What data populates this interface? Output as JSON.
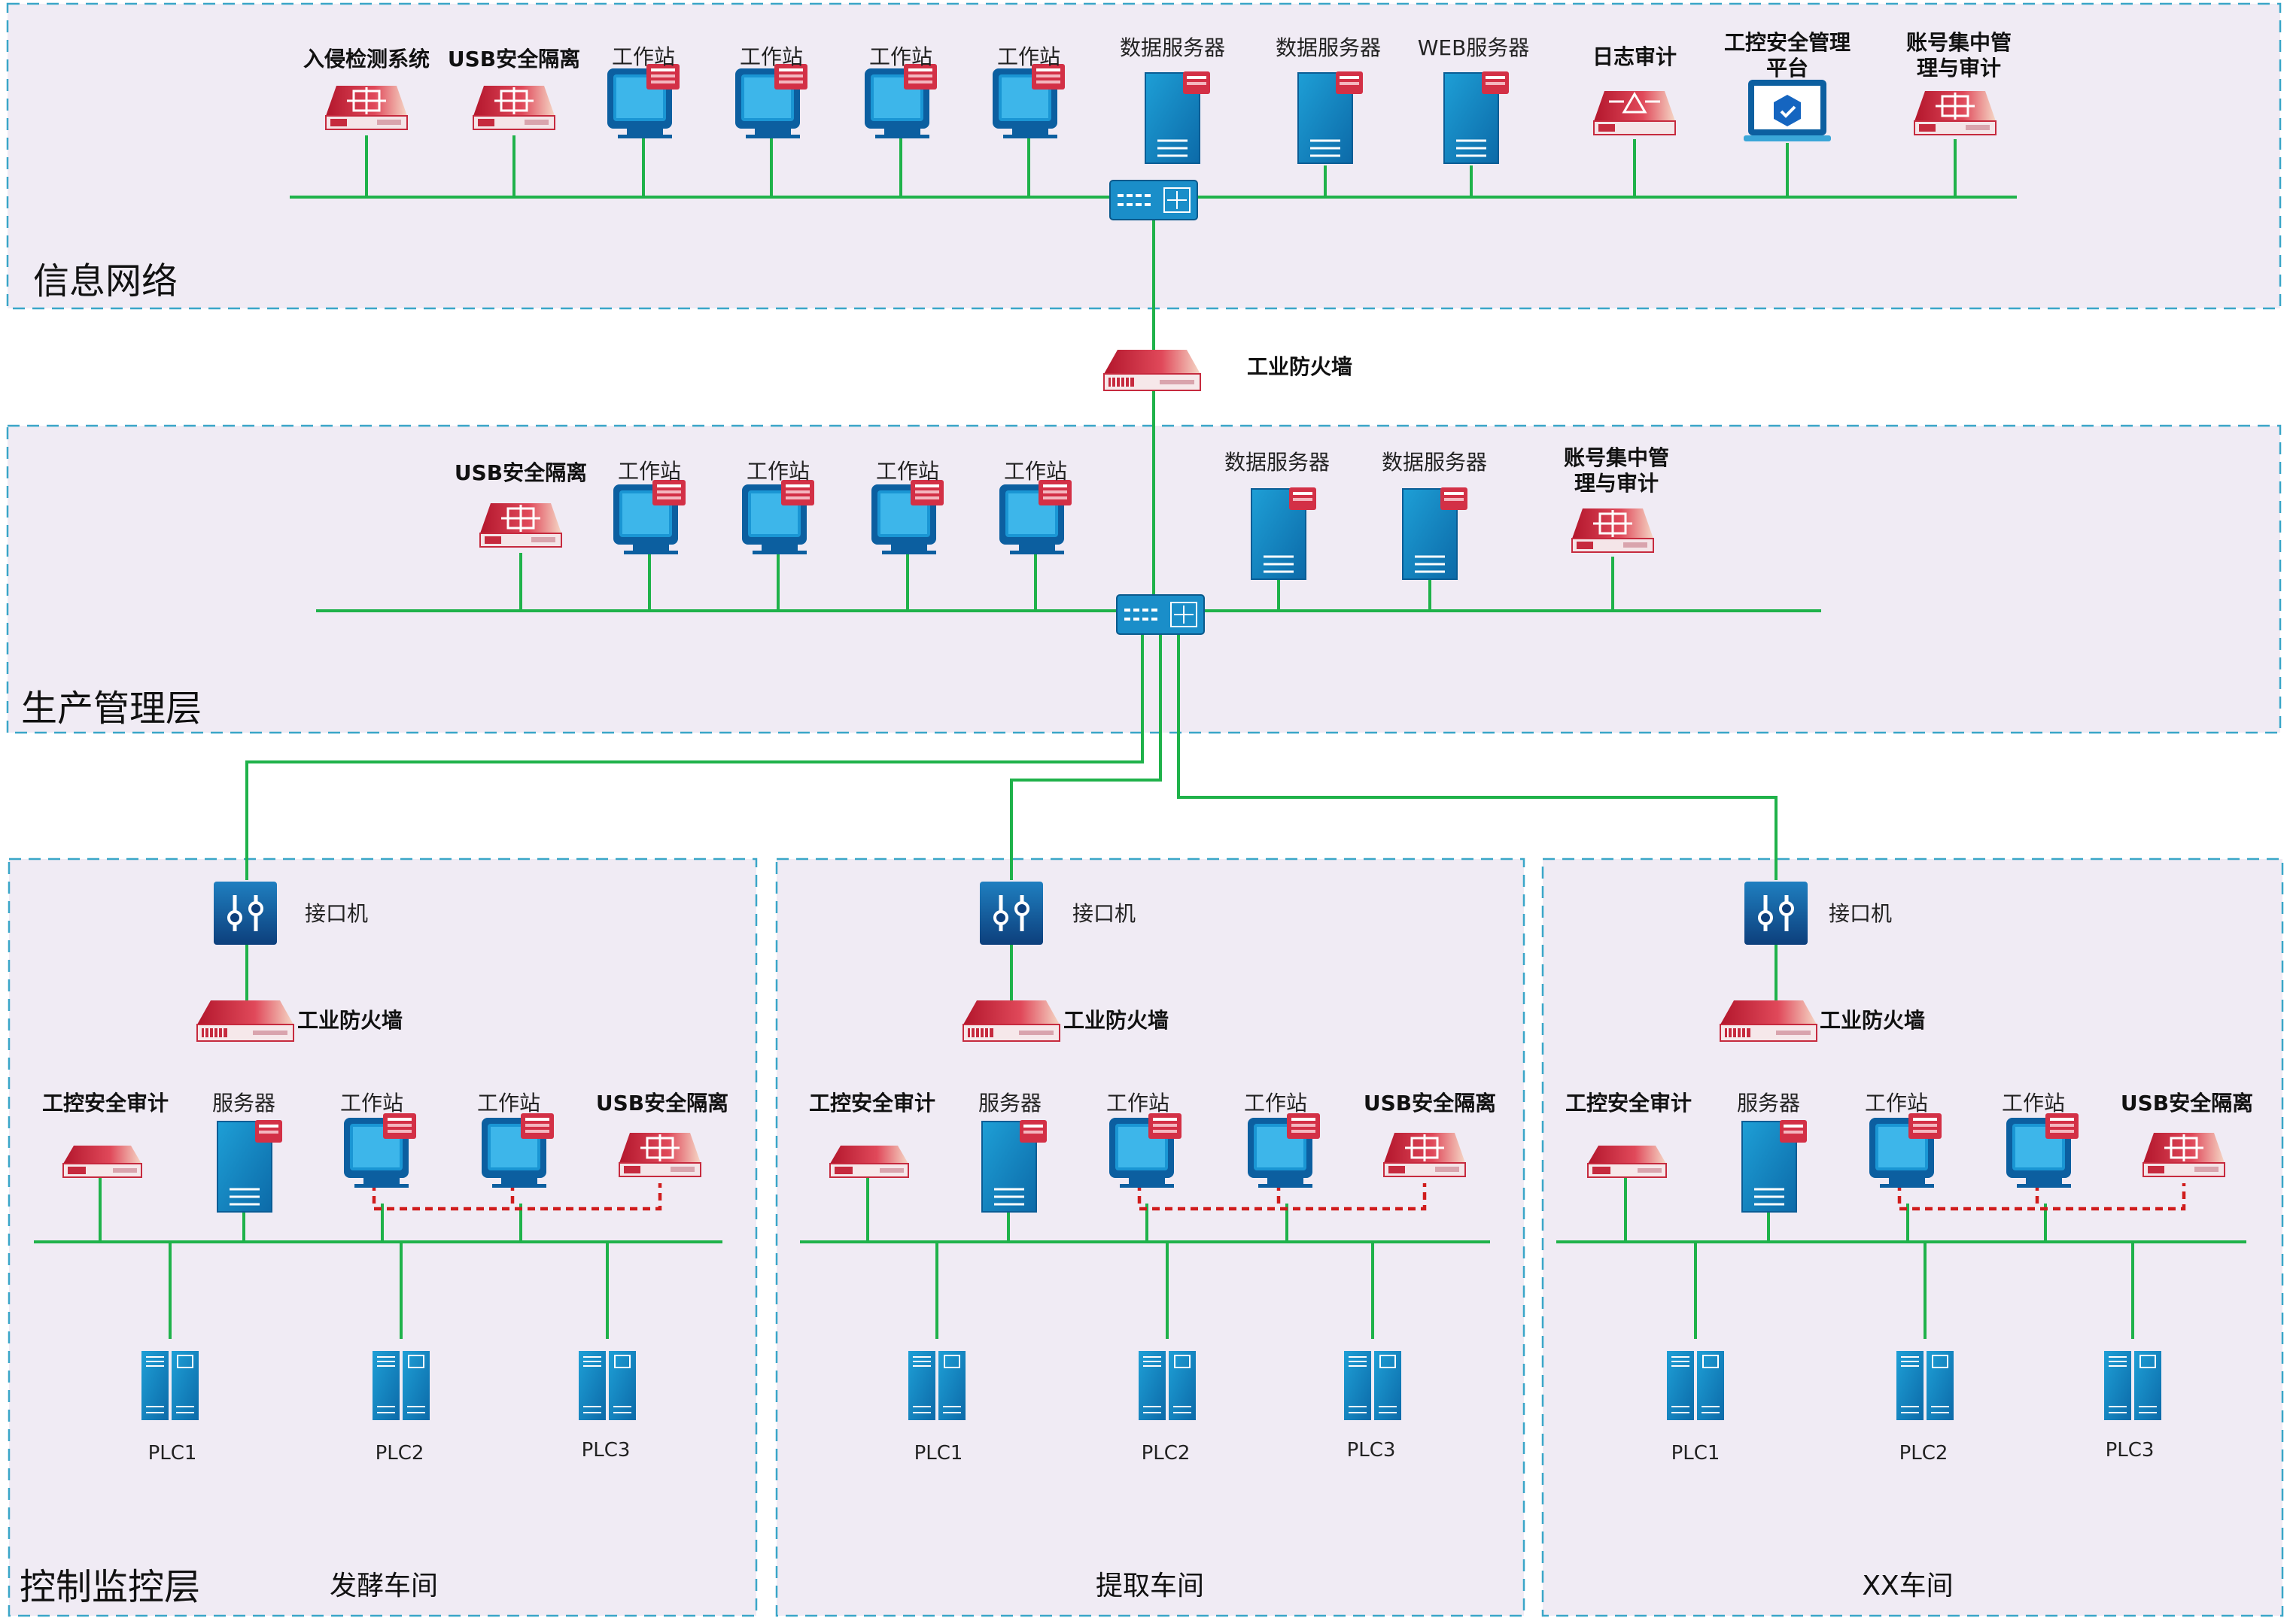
{
  "layers": {
    "info": "信息网络",
    "production": "生产管理层",
    "control": "控制监控层"
  },
  "workshops": [
    "发酵车间",
    "提取车间",
    "XX车间"
  ],
  "labels": {
    "intrusion": "入侵检测系统",
    "usb": "USB安全隔离",
    "workstation": "工作站",
    "data_server": "数据服务器",
    "web_server": "WEB服务器",
    "log_audit": "日志审计",
    "ics_platform_l1": "工控安全管理",
    "ics_platform_l2": "平台",
    "account_l1": "账号集中管",
    "account_l2": "理与审计",
    "firewall": "工业防火墙",
    "interface": "接口机",
    "ics_audit": "工控安全审计",
    "server": "服务器",
    "plc1": "PLC1",
    "plc2": "PLC2",
    "plc3": "PLC3"
  },
  "colors": {
    "network_line": "#1fb24a",
    "zone_border": "#3aa6c8",
    "zone_fill": "#f0ebf4",
    "security_device": "#c8283a",
    "it_device": "#1a8cc4",
    "serial_link": "#d01c1c"
  }
}
